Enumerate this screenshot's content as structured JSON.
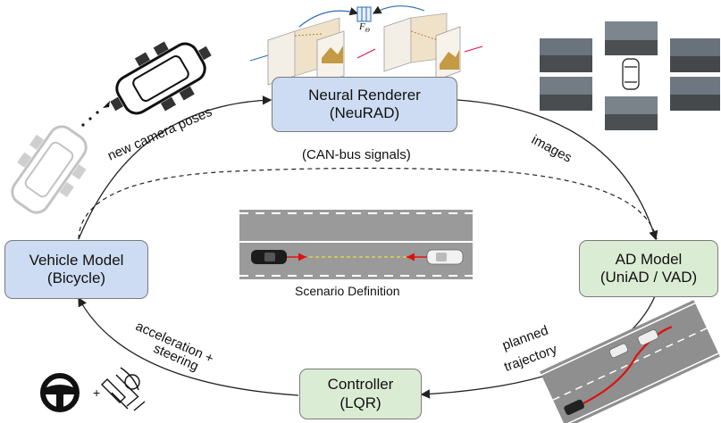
{
  "nodes": {
    "neural_renderer": {
      "title": "Neural Renderer",
      "subtitle": "(NeuRAD)",
      "color": "#cddcf2"
    },
    "vehicle_model": {
      "title": "Vehicle Model",
      "subtitle": "(Bicycle)",
      "color": "#cddcf2"
    },
    "ad_model": {
      "title": "AD Model",
      "subtitle": "(UniAD / VAD)",
      "color": "#dbecd4"
    },
    "controller": {
      "title": "Controller",
      "subtitle": "(LQR)",
      "color": "#dbecd4"
    }
  },
  "edges": {
    "new_camera_poses": "new camera poses",
    "images": "images",
    "can_bus": "(CAN-bus signals)",
    "accel_line1": "acceleration +",
    "accel_line2": "steering",
    "planned_line1": "planned",
    "planned_line2": "trajectory"
  },
  "scenario": {
    "caption": "Scenario Definition"
  },
  "renderer_formula": {
    "symbol": "F",
    "subscript": "Θ"
  },
  "icons": {
    "plus": "+"
  }
}
